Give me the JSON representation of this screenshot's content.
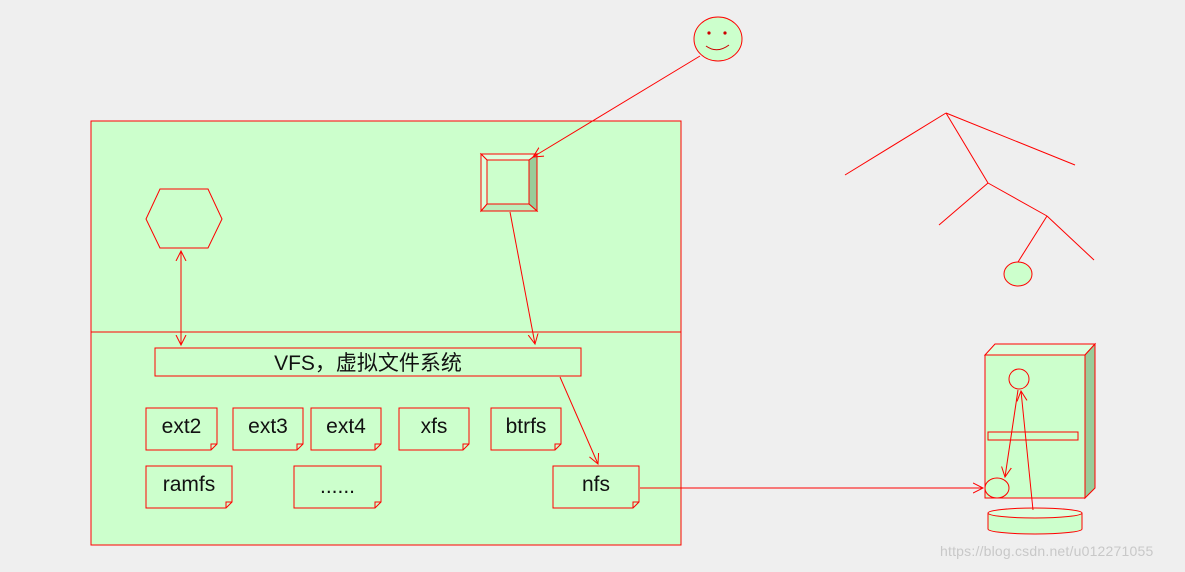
{
  "colors": {
    "background": "#efefef",
    "fill": "#ccffcc",
    "stroke": "#ff0000",
    "shade": "#99cc99"
  },
  "vfs": {
    "label": "VFS，虚拟文件系统"
  },
  "filesystems": {
    "ext2": "ext2",
    "ext3": "ext3",
    "ext4": "ext4",
    "xfs": "xfs",
    "btrfs": "btrfs",
    "ramfs": "ramfs",
    "more": "......",
    "nfs": "nfs"
  },
  "watermark": "https://blog.csdn.net/u012271055"
}
